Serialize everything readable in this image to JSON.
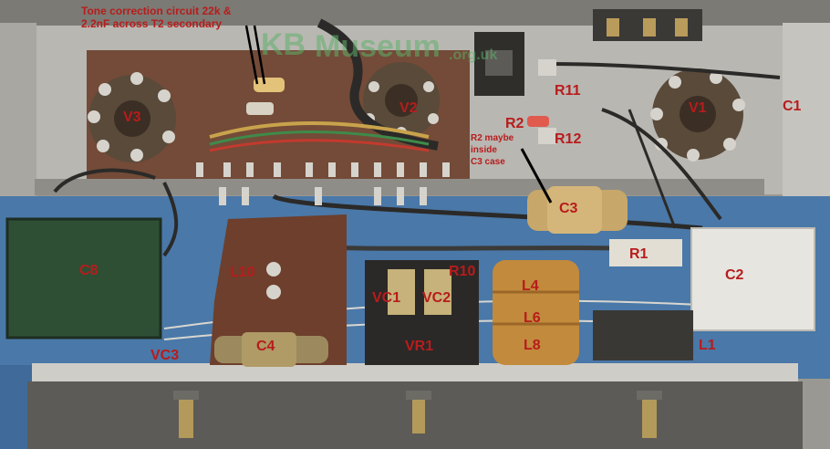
{
  "annotation": {
    "line1": "Tone correction circuit 22k &",
    "line2": "2.2nF across T2 secondary"
  },
  "watermark": {
    "main": "Museum",
    "suffix": ".org.uk"
  },
  "note_r2": {
    "line1": "R2 maybe",
    "line2": "inside",
    "line3": "C3 case"
  },
  "labels": {
    "v3": "V3",
    "v2": "V2",
    "v1": "V1",
    "c1": "C1",
    "r11": "R11",
    "r2": "R2",
    "r12": "R12",
    "c3": "C3",
    "c8": "C8",
    "l10": "L10",
    "r10": "R10",
    "r1": "R1",
    "c2": "C2",
    "vc1": "VC1",
    "vc2": "VC2",
    "l4": "L4",
    "l6": "L6",
    "l8": "L8",
    "c4": "C4",
    "vr1": "VR1",
    "vc3": "VC3",
    "l1": "L1"
  },
  "colors": {
    "label": "#b71c1c",
    "chassis": "#b9b7b2",
    "pcb_board": "#6b3f2a",
    "blue_cloth": "#4a78a8",
    "watermark": "#5fb06a"
  }
}
